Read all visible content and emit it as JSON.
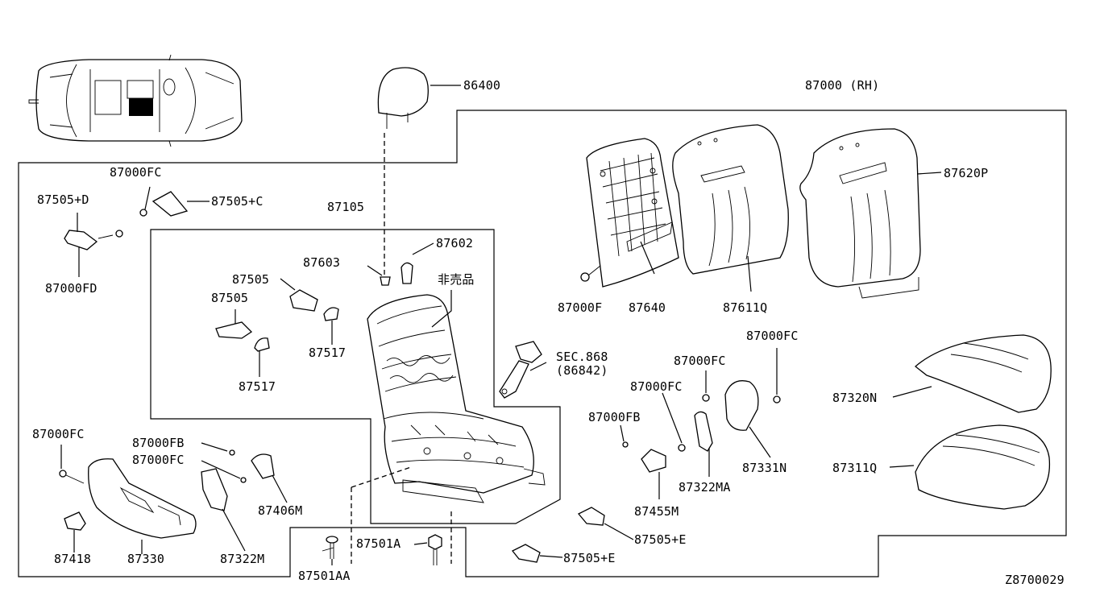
{
  "diagram_code": "Z8700029",
  "callouts": {
    "c86400": "86400",
    "c87000rh": "87000 (RH)",
    "c87000fc_a": "87000FC",
    "c87505d": "87505+D",
    "c87505c": "87505+C",
    "c87105": "87105",
    "c87000fd": "87000FD",
    "c87603": "87603",
    "c87602": "87602",
    "c_notsold": "非売品",
    "c87505_a": "87505",
    "c87505_b": "87505",
    "c87517_a": "87517",
    "c87517_b": "87517",
    "c87000f": "87000F",
    "c87640": "87640",
    "c87611q": "87611Q",
    "c87620p": "87620P",
    "c_sec868": "SEC.868",
    "c86842": "(86842)",
    "c87000fc_b": "87000FC",
    "c87000fc_c": "87000FC",
    "c87000fc_d": "87000FC",
    "c87000fb_a": "87000FB",
    "c87320n": "87320N",
    "c87000fc_e": "87000FC",
    "c87000fb_b": "87000FB",
    "c87000fc_f": "87000FC",
    "c87331n": "87331N",
    "c87311q": "87311Q",
    "c87406m": "87406M",
    "c87322ma": "87322MA",
    "c87455m": "87455M",
    "c87505e_a": "87505+E",
    "c87505e_b": "87505+E",
    "c87418": "87418",
    "c87330": "87330",
    "c87322m": "87322M",
    "c87501a": "87501A",
    "c87501aa": "87501AA"
  }
}
